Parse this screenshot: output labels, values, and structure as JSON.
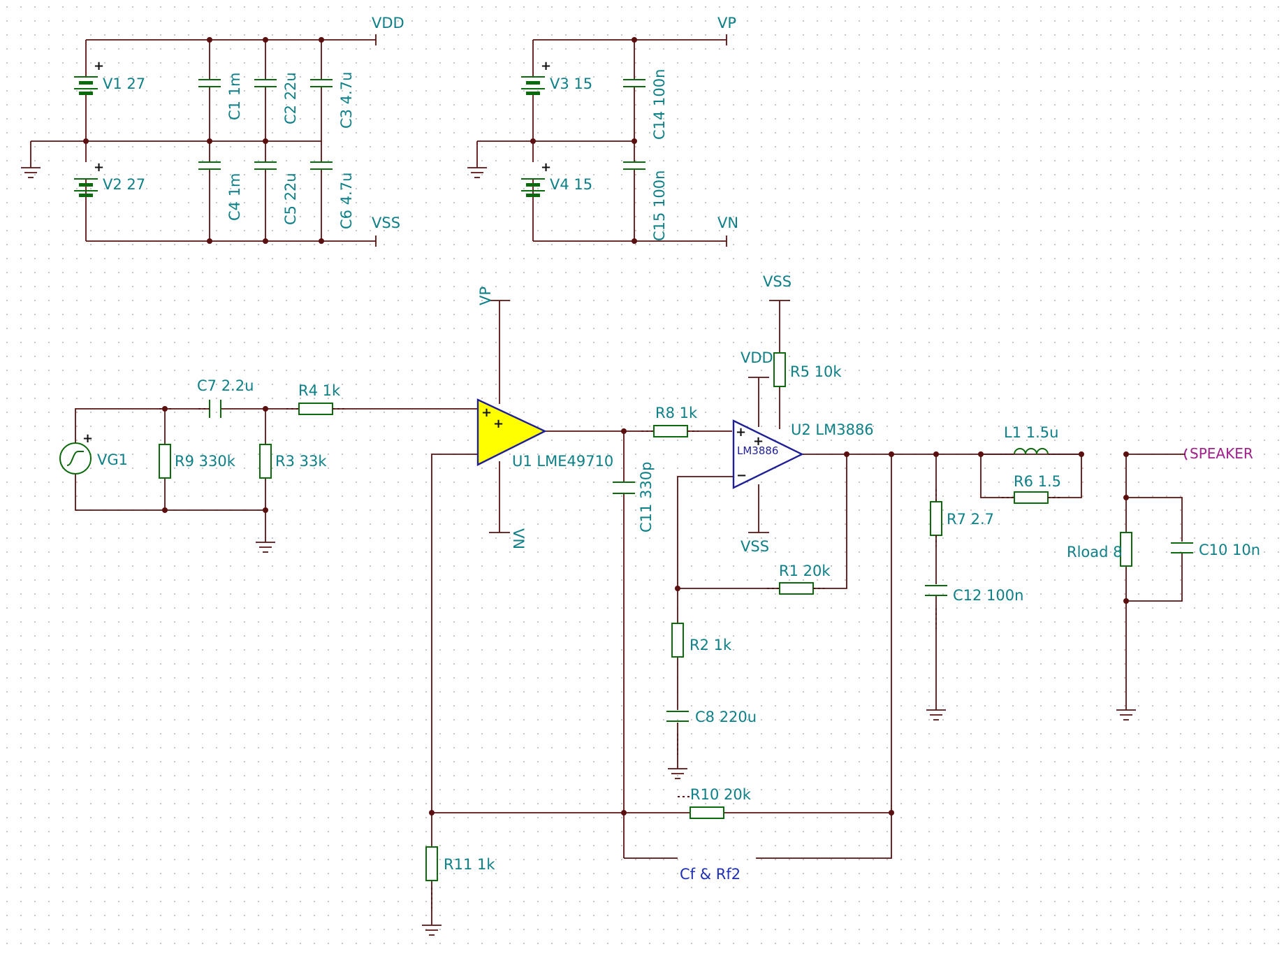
{
  "nets": {
    "vdd_top": "VDD",
    "vss_top": "VSS",
    "vp_top": "VP",
    "vn_top": "VN",
    "vp_u1": "VP",
    "vn_u1": "VN",
    "vss_u2_top": "VSS",
    "vdd_u2": "VDD",
    "vss_u2_bottom": "VSS",
    "speaker": "SPEAKER"
  },
  "components": {
    "v1": "V1 27",
    "v2": "V2 27",
    "v3": "V3 15",
    "v4": "V4 15",
    "c1": "C1 1m",
    "c2": "C2 22u",
    "c3": "C3 4.7u",
    "c4": "C4 1m",
    "c5": "C5 22u",
    "c6": "C6 4.7u",
    "c14": "C14 100n",
    "c15": "C15 100n",
    "vg1": "VG1",
    "c7": "C7 2.2u",
    "r4": "R4 1k",
    "r9": "R9 330k",
    "r3": "R3 33k",
    "u1": "U1 LME49710",
    "r8": "R8 1k",
    "c11": "C11 330p",
    "r5": "R5 10k",
    "u2": "U2 LM3886",
    "u2_inner": "LM3886",
    "r1": "R1 20k",
    "r2": "R2 1k",
    "c8": "C8 220u",
    "l1": "L1 1.5u",
    "r6": "R6 1.5",
    "r7": "R7 2.7",
    "c12": "C12 100n",
    "rload": "Rload 8",
    "c10": "C10 10n",
    "r10": "R10 20k",
    "r11": "R11 1k"
  },
  "annotation": "Cf & Rf2",
  "symbols": {
    "plus": "+",
    "minus": "−"
  },
  "colors": {
    "wire": "#5a1010",
    "component": "#0b6a0b",
    "label": "#0d7f86",
    "opamp_outline": "#1e1e96",
    "opamp_fill_u1": "#ffff00",
    "annotation": "#1e2fb4",
    "speaker_label": "#a0208c"
  }
}
